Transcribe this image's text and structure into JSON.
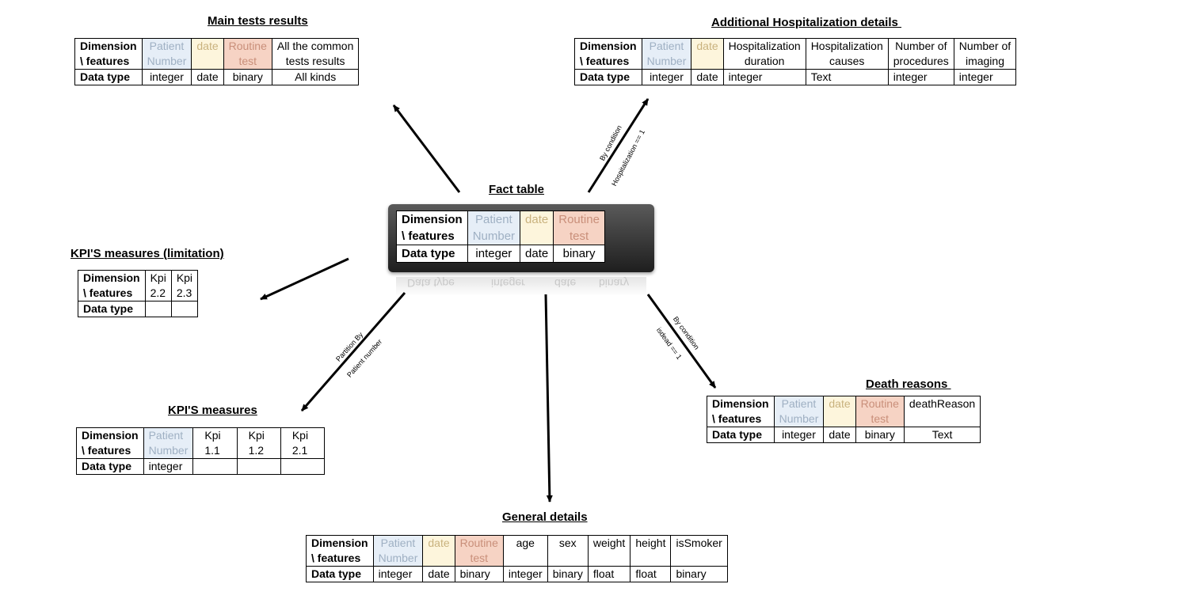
{
  "fact": {
    "title": "Fact table",
    "h1": "Dimension\n\\ features",
    "h2": "Patient\nNumber",
    "h3": "date",
    "h4": "Routine\ntest",
    "r1": "Data type",
    "r2": "integer",
    "r3": "date",
    "r4": "binary"
  },
  "main_tests": {
    "title": "Main tests results",
    "h1": "Dimension\n\\ features",
    "h2": "Patient\nNumber",
    "h3": "date",
    "h4": "Routine\ntest",
    "h5": "All the common\ntests results",
    "r1": "Data type",
    "r2": "integer",
    "r3": "date",
    "r4": "binary",
    "r5": "All kinds"
  },
  "hospitalization": {
    "title": "Additional Hospitalization details ",
    "h1": "Dimension\n\\ features",
    "h2": "Patient\nNumber",
    "h3": "date",
    "h4": "Hospitalization\nduration",
    "h5": "Hospitalization\ncauses",
    "h6": "Number of\nprocedures",
    "h7": "Number of\nimaging",
    "r1": "Data type",
    "r2": "integer",
    "r3": "date",
    "r4": "integer",
    "r5": "Text",
    "r6": "integer",
    "r7": "integer"
  },
  "kpi_limitation": {
    "title": "KPI'S measures (limitation)",
    "h1": "Dimension\n\\ features",
    "h2": "Kpi\n2.2",
    "h3": "Kpi\n2.3",
    "r1": "Data type"
  },
  "kpi": {
    "title": "KPI'S measures",
    "h1": "Dimension\n\\ features",
    "h2": "Patient\nNumber",
    "h3": "Kpi\n1.1",
    "h4": "Kpi\n1.2",
    "h5": "Kpi\n2.1",
    "r1": "Data type",
    "r2": "integer"
  },
  "death": {
    "title": "Death reasons ",
    "h1": "Dimension\n\\ features",
    "h2": "Patient\nNumber",
    "h3": "date",
    "h4": "Routine\ntest",
    "h5": "deathReason",
    "r1": "Data type",
    "r2": "integer",
    "r3": "date",
    "r4": "binary",
    "r5": "Text"
  },
  "general": {
    "title": "General details",
    "h1": "Dimension\n\\ features",
    "h2": "Patient\nNumber",
    "h3": "date",
    "h4": "Routine\ntest",
    "h5": "age",
    "h6": "sex",
    "h7": "weight",
    "h8": "height",
    "h9": "isSmoker",
    "r1": "Data type",
    "r2": "integer",
    "r3": "date",
    "r4": "binary",
    "r5": "integer",
    "r6": "binary",
    "r7": "float",
    "r8": "float",
    "r9": "binary"
  },
  "edges": {
    "hosp_l1": "By condition",
    "hosp_l2": "Hospitalization == 1",
    "kpi_l1": "Partition By",
    "kpi_l2": "Patient number",
    "death_l1": "By condition",
    "death_l2": "isdead == 1"
  },
  "reflection": {
    "t1": "Data type",
    "t2": "integer",
    "t3": "date",
    "t4": "binary"
  }
}
